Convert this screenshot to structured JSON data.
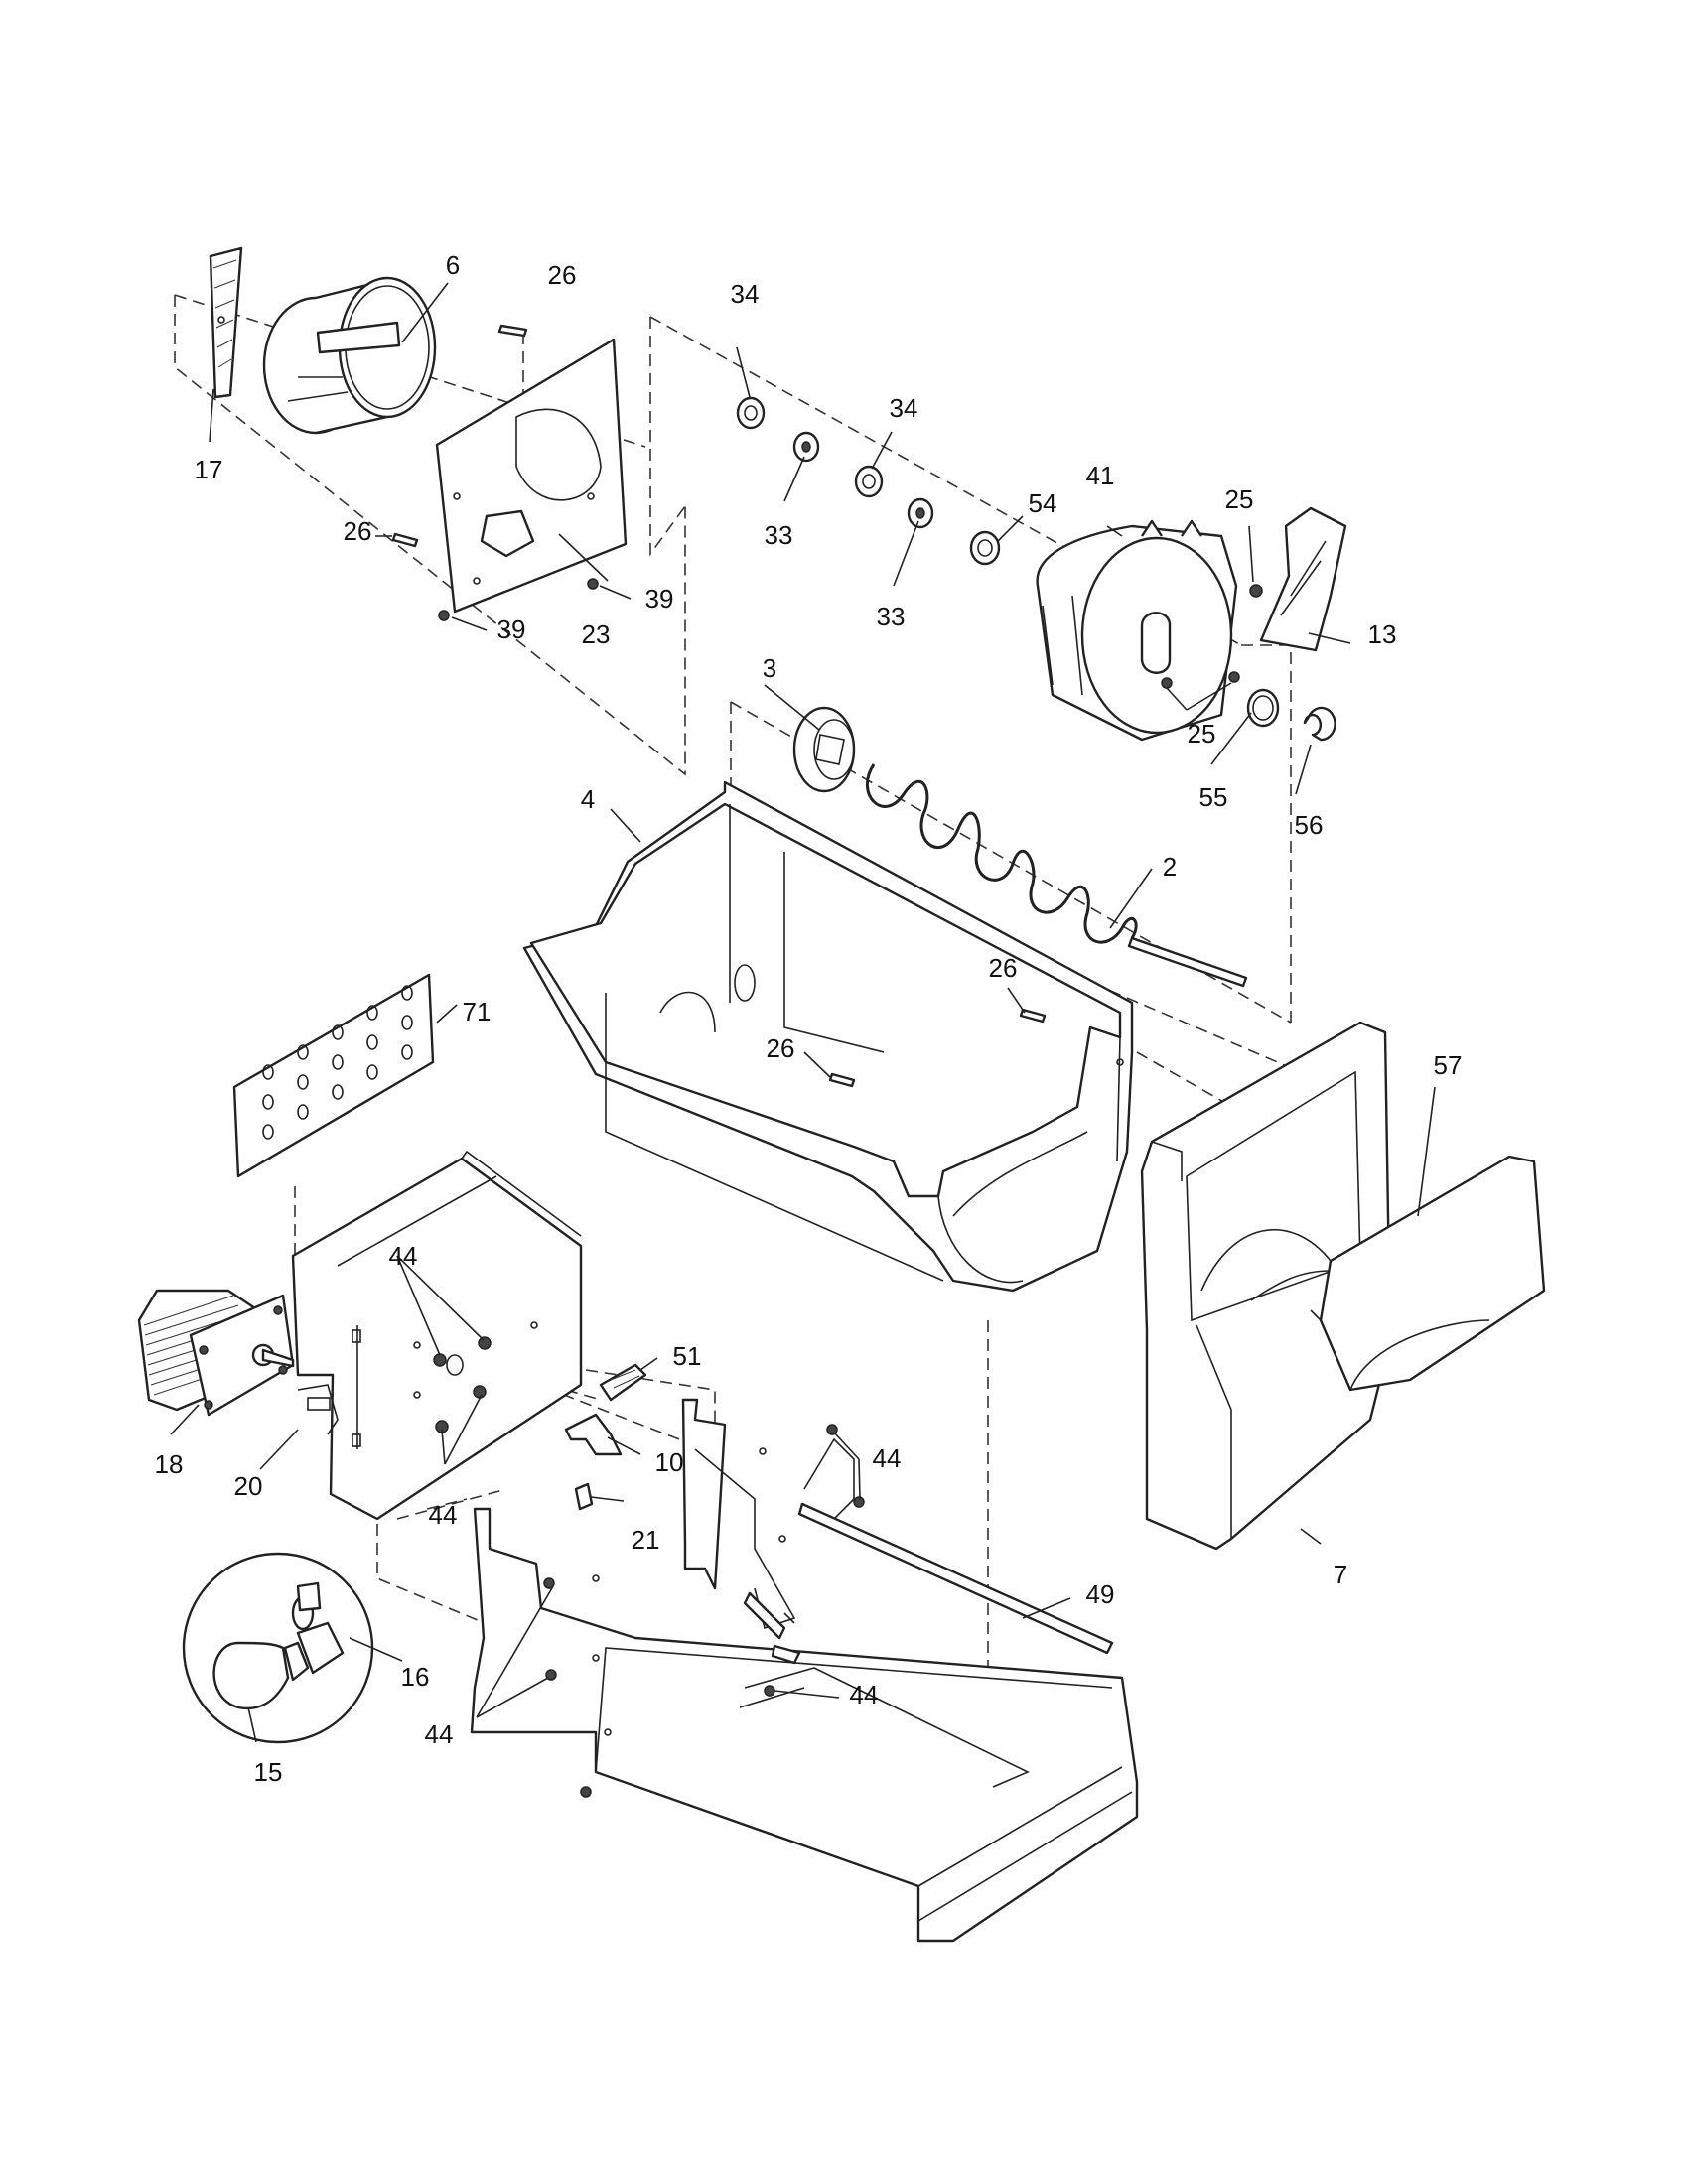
{
  "callouts": [
    {
      "id": "c2",
      "text": "2"
    },
    {
      "id": "c3",
      "text": "3"
    },
    {
      "id": "c4",
      "text": "4"
    },
    {
      "id": "c6",
      "text": "6"
    },
    {
      "id": "c7",
      "text": "7"
    },
    {
      "id": "c10",
      "text": "10"
    },
    {
      "id": "c13",
      "text": "13"
    },
    {
      "id": "c15",
      "text": "15"
    },
    {
      "id": "c16",
      "text": "16"
    },
    {
      "id": "c17",
      "text": "17"
    },
    {
      "id": "c18",
      "text": "18"
    },
    {
      "id": "c20",
      "text": "20"
    },
    {
      "id": "c21",
      "text": "21"
    },
    {
      "id": "c23",
      "text": "23"
    },
    {
      "id": "c25a",
      "text": "25"
    },
    {
      "id": "c25b",
      "text": "25"
    },
    {
      "id": "c26a",
      "text": "26"
    },
    {
      "id": "c26b",
      "text": "26"
    },
    {
      "id": "c26c",
      "text": "26"
    },
    {
      "id": "c26d",
      "text": "26"
    },
    {
      "id": "c33a",
      "text": "33"
    },
    {
      "id": "c33b",
      "text": "33"
    },
    {
      "id": "c34a",
      "text": "34"
    },
    {
      "id": "c34b",
      "text": "34"
    },
    {
      "id": "c39a",
      "text": "39"
    },
    {
      "id": "c39b",
      "text": "39"
    },
    {
      "id": "c41",
      "text": "41"
    },
    {
      "id": "c44a",
      "text": "44"
    },
    {
      "id": "c44b",
      "text": "44"
    },
    {
      "id": "c44c",
      "text": "44"
    },
    {
      "id": "c44d",
      "text": "44"
    },
    {
      "id": "c44e",
      "text": "44"
    },
    {
      "id": "c49",
      "text": "49"
    },
    {
      "id": "c51",
      "text": "51"
    },
    {
      "id": "c54",
      "text": "54"
    },
    {
      "id": "c55",
      "text": "55"
    },
    {
      "id": "c56",
      "text": "56"
    },
    {
      "id": "c57",
      "text": "57"
    },
    {
      "id": "c71",
      "text": "71"
    }
  ]
}
